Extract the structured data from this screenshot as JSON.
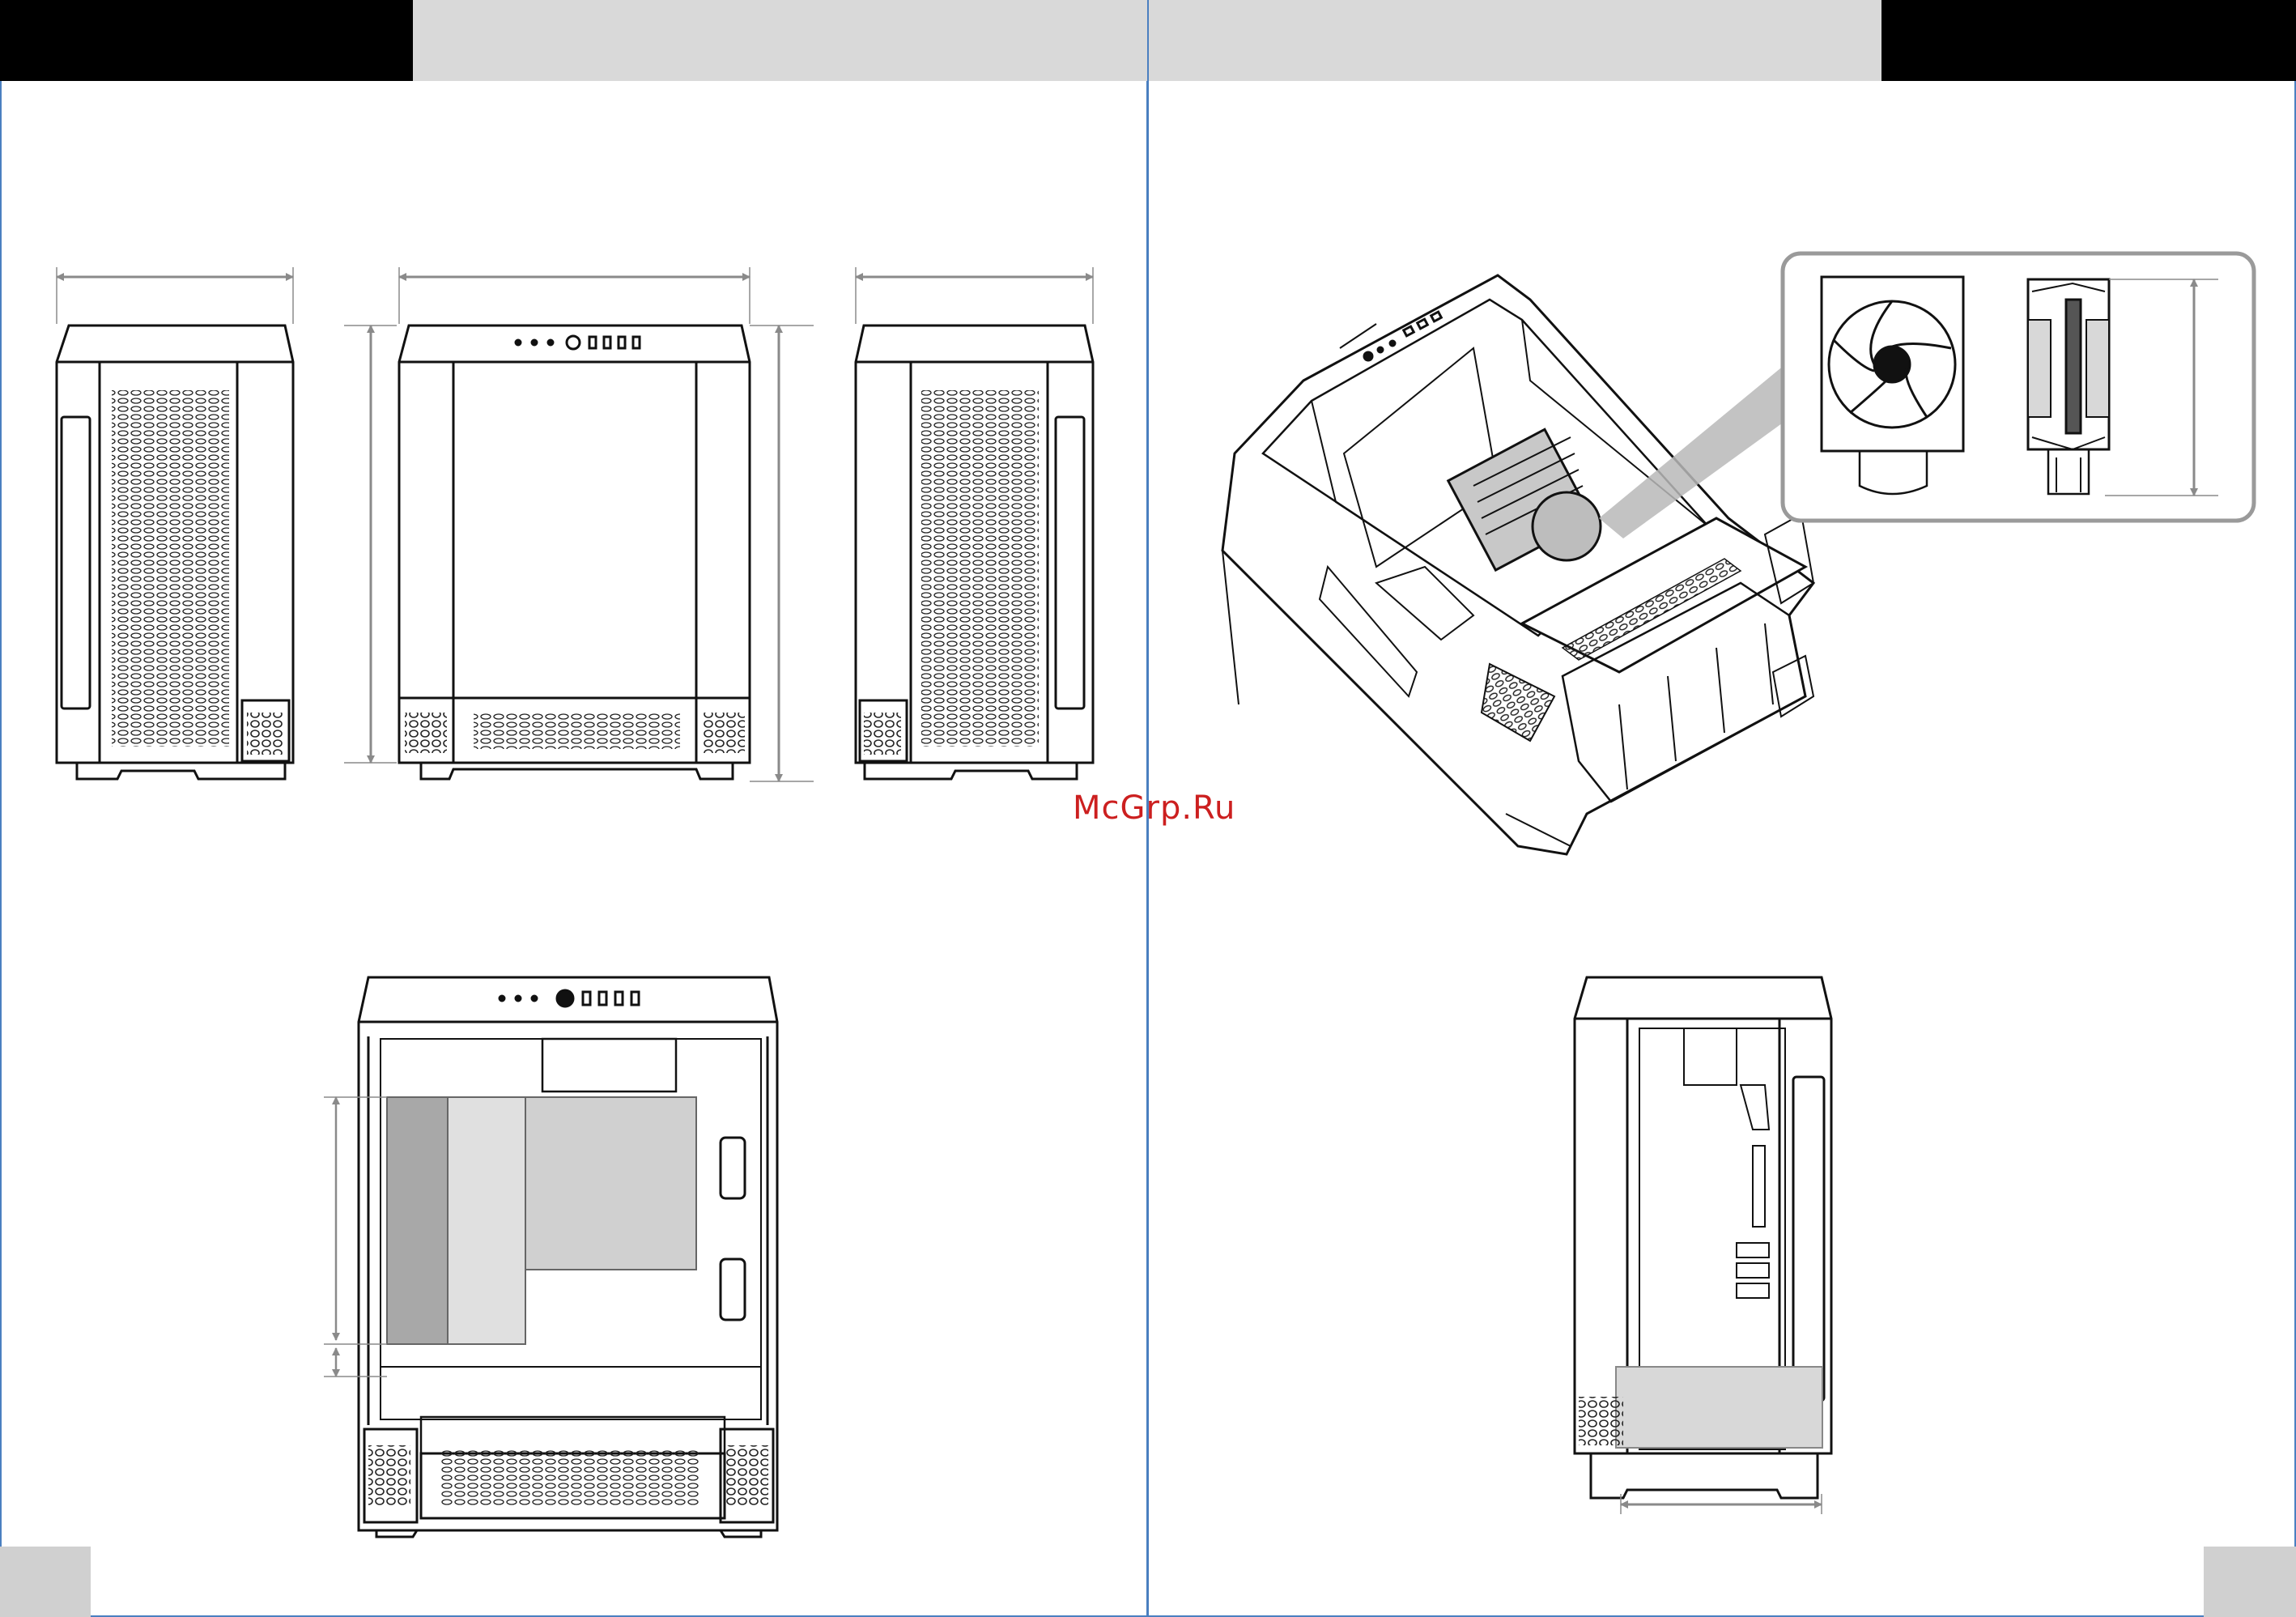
{
  "watermark": {
    "text": "McGrp.Ru",
    "color": "#cc1f1f"
  },
  "colors": {
    "frame": "#4a7fc0",
    "header_black": "#000000",
    "header_gray": "#d9d9d9",
    "line": "#111111",
    "dim": "#8a8a8a",
    "panel_fill": "#dcdcdc",
    "panel_fill_dark": "#a8a8a8"
  },
  "icons": [
    "case-front-view-drawing",
    "case-side-view-drawing",
    "case-interior-view-drawing",
    "case-isometric-view-drawing",
    "cpu-cooler-drawing",
    "dimension-arrow"
  ]
}
